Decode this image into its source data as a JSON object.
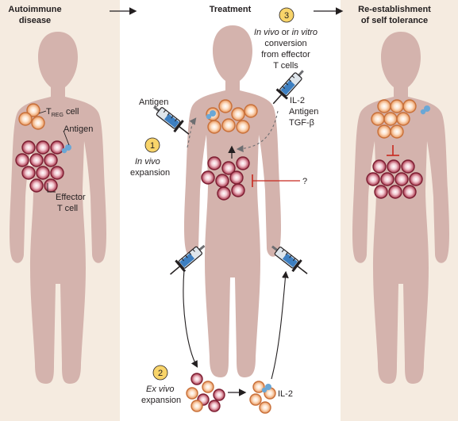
{
  "headers": {
    "autoimmune": [
      "Autoimmune",
      "disease"
    ],
    "treatment": "Treatment",
    "reestablish": [
      "Re-establishment",
      "of self tolerance"
    ]
  },
  "left_panel": {
    "treg_label": "T",
    "treg_sub": "REG",
    "treg_cell": " cell",
    "antigen": "Antigen",
    "effector": [
      "Effector",
      "T cell"
    ]
  },
  "middle_panel": {
    "step1_num": "1",
    "step1_label": [
      "In vivo",
      "expansion"
    ],
    "antigen_label": "Antigen",
    "step3_num": "3",
    "step3_label_italic_a": "In vivo",
    "step3_label_or": " or ",
    "step3_label_italic_b": "in vitro",
    "step3_lines": [
      "conversion",
      "from effector",
      "T cells"
    ],
    "step3_factors": [
      "IL-2",
      "Antigen",
      "TGF-β"
    ],
    "question": "?",
    "step2_num": "2",
    "step2_label": [
      "Ex vivo",
      "expansion"
    ],
    "il2_label": "IL-2"
  },
  "colors": {
    "background": "#f5ebe0",
    "panel": "#ffffff",
    "body": "#d4b3ad",
    "treg_fill": "#e8955a",
    "effector_fill": "#a8344a",
    "antigen": "#6aa7d6",
    "step_badge": "#f8d46a",
    "inhibit": "#c8281e"
  }
}
